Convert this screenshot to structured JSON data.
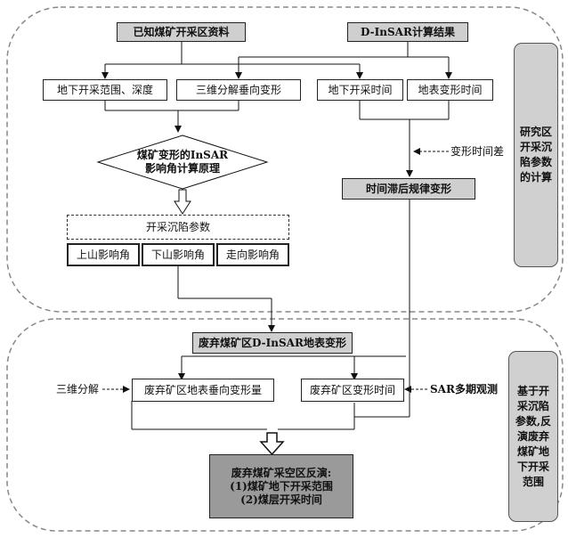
{
  "top_section": {
    "known_data": "已知煤矿开采区资料",
    "insar_result": "D-InSAR计算结果",
    "mining_range_depth": "地下开采范围、深度",
    "three_d_decomposition": "三维分解垂向变形",
    "mining_time": "地下开采时间",
    "surface_deform_time": "地表变形时间",
    "principle_line1": "煤矿变形的InSAR",
    "principle_line2": "影响角计算原理",
    "deform_time_diff": "变形时间差",
    "time_lag": "时间滞后规律变形",
    "subsidence_params": "开采沉陷参数",
    "uphill_angle": "上山影响角",
    "downhill_angle": "下山影响角",
    "strike_angle": "走向影响角",
    "side_label": "研究区开采沉陷参数的计算"
  },
  "bottom_section": {
    "abandoned_insar": "废弃煤矿区D-InSAR地表变形",
    "three_d_decompose": "三维分解",
    "vertical_deform": "废弃矿区地表垂向变形量",
    "deform_time": "废弃矿区变形时间",
    "sar_multi": "SAR多期观测",
    "inversion_title": "废弃煤矿采空区反演:",
    "inversion_item1": "(1)煤矿地下开采范围",
    "inversion_item2": "(2)煤层开采时间",
    "side_label": "基于开采沉陷参数,反演废弃煤矿地下开采范围"
  }
}
